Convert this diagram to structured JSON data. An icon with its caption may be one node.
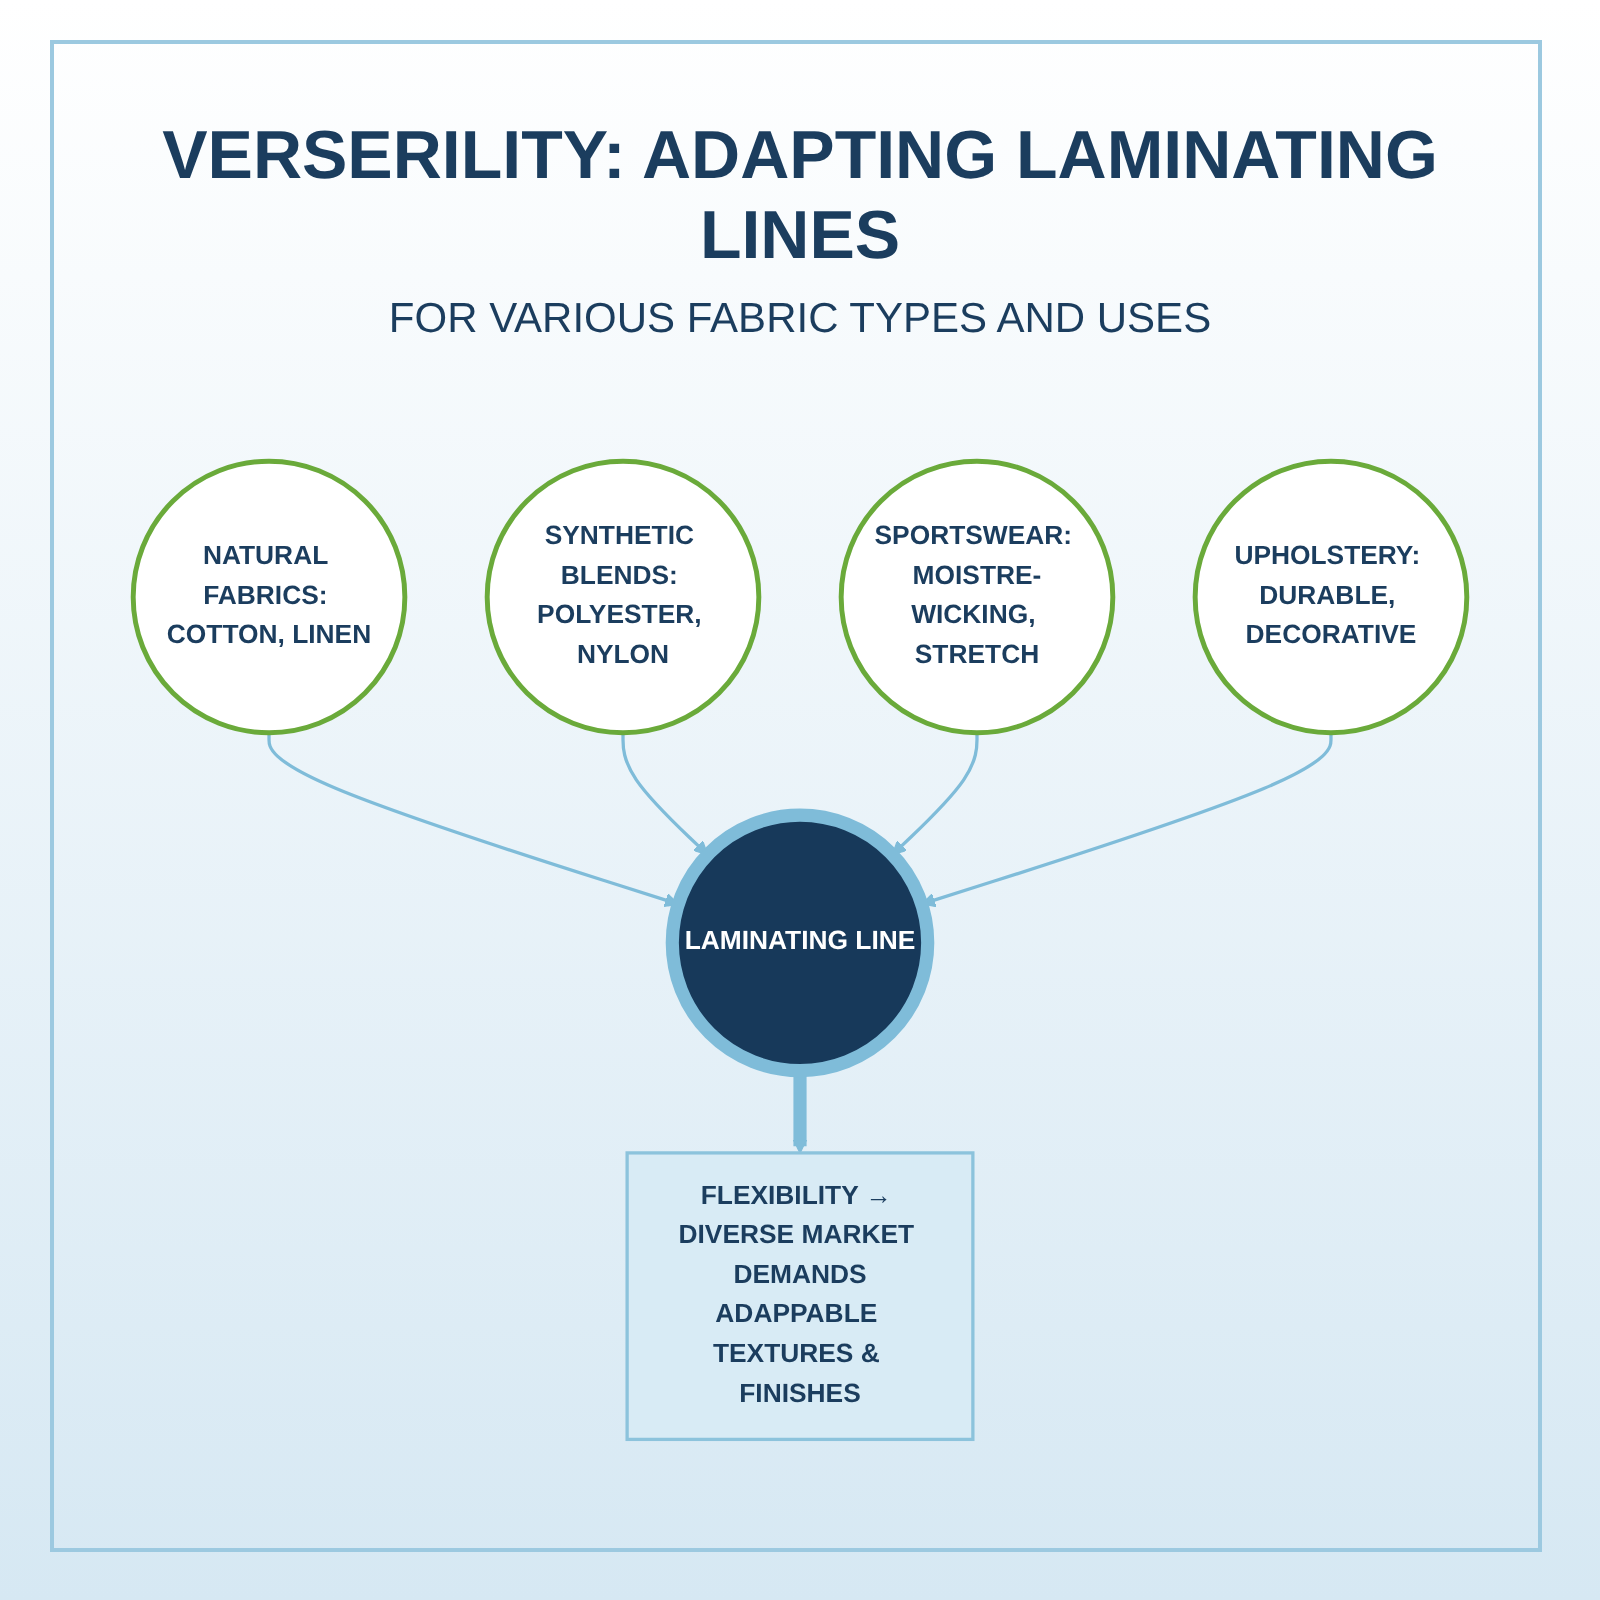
{
  "diagram": {
    "title": "VERSERILITY: ADAPTING LAMINATING LINES",
    "nodes": [
      {
        "text": [
          "NATURAL FABRICS: COTTON, LINEN"
        ]
      },
      {
        "text": [
          "SYNTHETIC BLENDS: POLYESTER, NYLON"
        ]
      },
      {
        "text": [
          "LAMINATING LINE"
        ]
      },
      {
        "text": [
          "SPORTSWEAR: MOISTRE-WICKING, STRETCH"
        ]
      },
      {
        "text": [
          "UPHOLSTERY: DURABLE, DECORATIVE"
        ]
      },
      {
        "text": [
          "FLEXIBILITY → DIVERSE MARKET DEMANDS",
          "ADAPPABLE TEXTURES & FINISHES"
        ]
      }
    ],
    "edges": [
      {
        "from": 0,
        "to": 2,
        "arrow": "to"
      },
      {
        "from": 1,
        "to": 2,
        "arrow": "to"
      },
      {
        "from": 3,
        "to": 2,
        "arrow": "to"
      },
      {
        "from": 4,
        "to": 2,
        "arrow": "to"
      },
      {
        "from": 2,
        "to": 5,
        "arrow": "to",
        "style": "thick"
      }
    ],
    "labels": [
      "FOR VARIOUS FABRIC TYPES AND USES"
    ]
  }
}
